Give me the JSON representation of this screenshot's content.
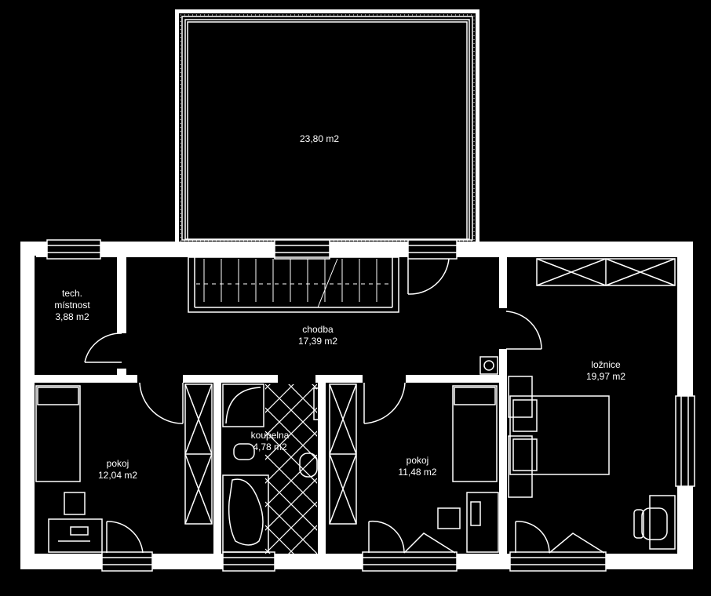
{
  "colors": {
    "background": "#000000",
    "lines": "#ffffff"
  },
  "rooms": {
    "terrace": {
      "area": "23,80 m2"
    },
    "tech": {
      "name_line1": "tech.",
      "name_line2": "místnost",
      "area": "3,88 m2"
    },
    "corridor": {
      "name": "chodba",
      "area": "17,39 m2"
    },
    "bedroom": {
      "name": "ložnice",
      "area": "19,97 m2"
    },
    "room_left": {
      "name": "pokoj",
      "area": "12,04 m2"
    },
    "room_right": {
      "name": "pokoj",
      "area": "11,48 m2"
    },
    "bathroom": {
      "name": "koupelna",
      "area": "4,78 m2"
    }
  }
}
